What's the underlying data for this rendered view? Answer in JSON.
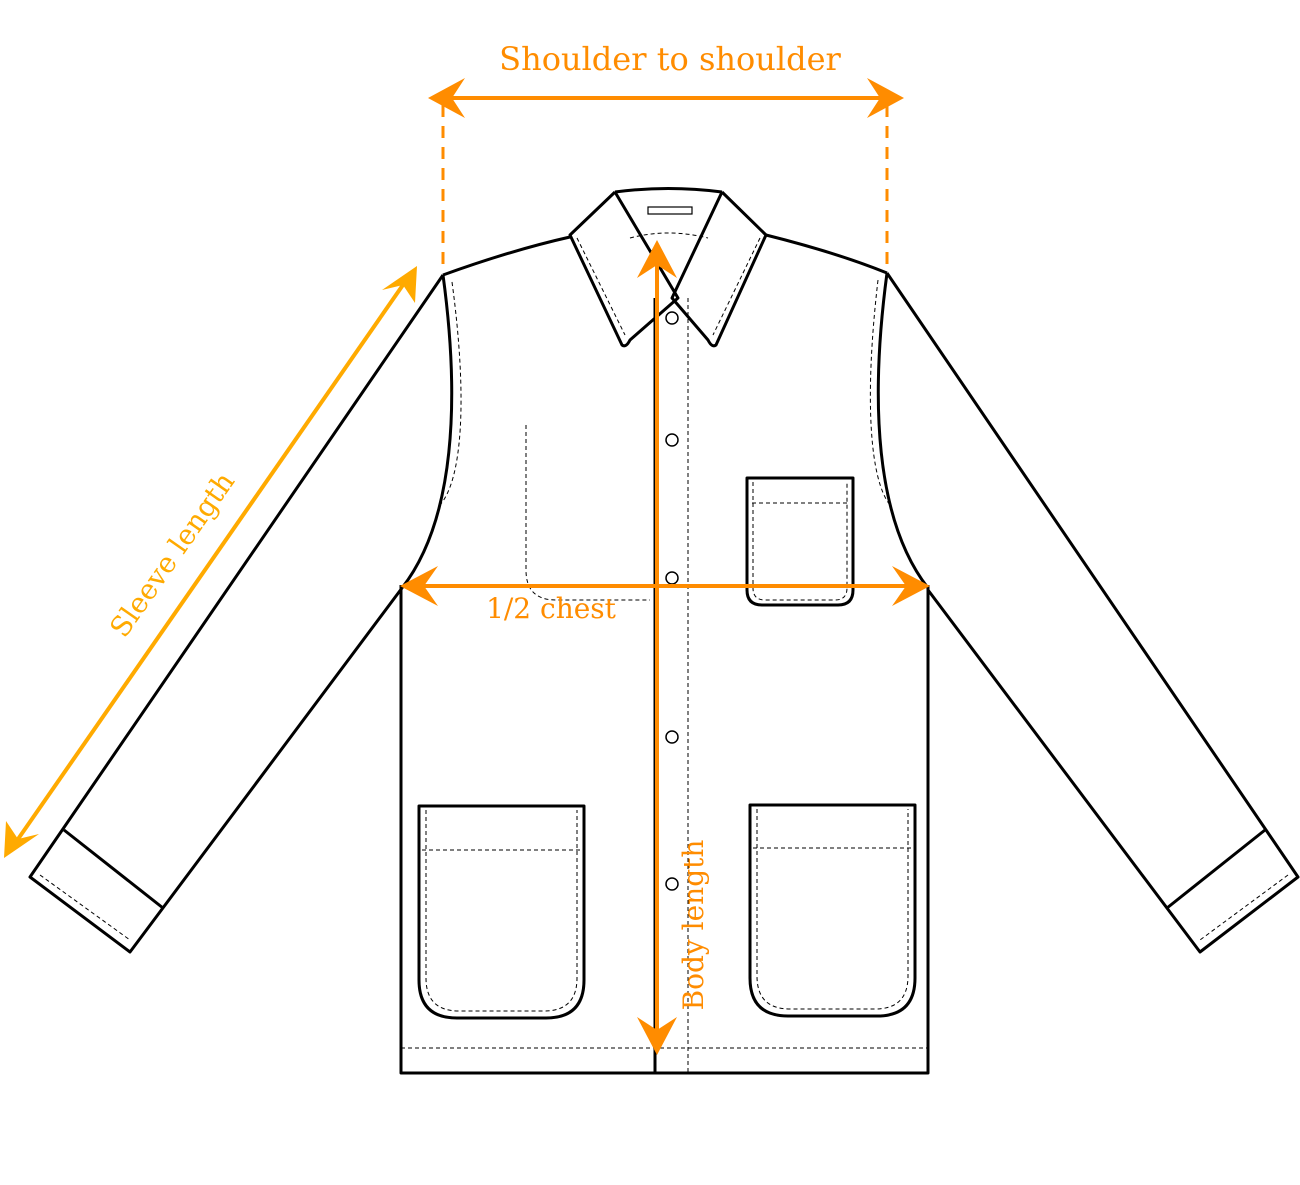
{
  "title": "Jacket measurement guide",
  "labels": {
    "shoulder": "Shoulder to shoulder",
    "chest": "1/2 chest",
    "body": "Body length",
    "sleeve": "Sleeve length"
  },
  "colors": {
    "arrow": "#FF8C00",
    "sleeve_arrow": "#FFAA00",
    "outline": "#000000"
  }
}
